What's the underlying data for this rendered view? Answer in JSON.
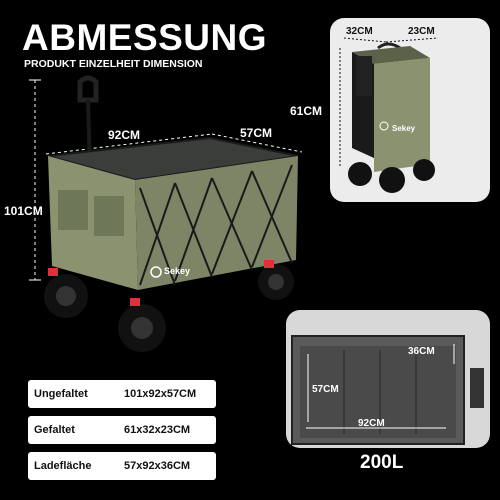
{
  "header": {
    "title": "ABMESSUNG",
    "subtitle": "PRODUKT EINZELHEIT DIMENSION"
  },
  "main_cart": {
    "length": "92CM",
    "width": "57CM",
    "height": "101CM",
    "brand": "Sekey"
  },
  "folded_view": {
    "depth": "32CM",
    "width": "23CM",
    "height": "61CM",
    "brand": "Sekey"
  },
  "top_view": {
    "depth": "36CM",
    "inner_width": "57CM",
    "length": "92CM",
    "capacity": "200L"
  },
  "spec_table": [
    {
      "label": "Ungefaltet",
      "value": "101x92x57CM"
    },
    {
      "label": "Gefaltet",
      "value": "61x32x23CM"
    },
    {
      "label": "Ladefläche",
      "value": "57x92x36CM"
    }
  ],
  "colors": {
    "fabric": "#8a9270",
    "frame": "#1a1a1a",
    "wheel_accent": "#e0303a",
    "panel_bg": "#ececec",
    "interior": "#4a4a4a"
  }
}
